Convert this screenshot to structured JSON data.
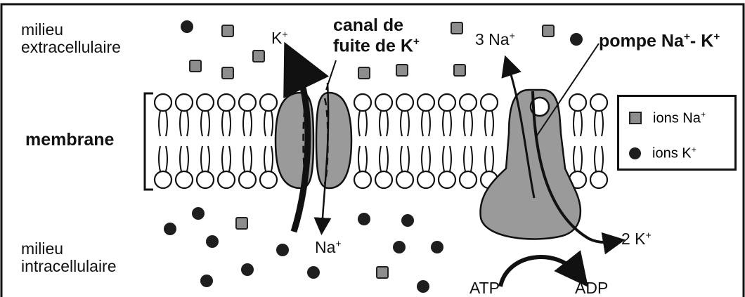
{
  "labels": {
    "extracellular_line1": "milieu",
    "extracellular_line2": "extracellulaire",
    "intracellular_line1": "milieu",
    "intracellular_line2": "intracellulaire",
    "membrane": "membrane",
    "leak_channel_line1": "canal de",
    "leak_channel_line2": "fuite de K",
    "leak_channel_sup": "+",
    "pump": "pompe Na",
    "pump_sup1": "+",
    "pump_mid": "- K",
    "pump_sup2": "+",
    "k_ion_top": "K",
    "k_ion_top_sup": "+",
    "na_ion_bottom": "Na",
    "na_ion_bottom_sup": "+",
    "three_na": "3 Na",
    "three_na_sup": "+",
    "two_k": "2 K",
    "two_k_sup": "+",
    "atp": "ATP",
    "adp": "ADP"
  },
  "legend": {
    "na_label": "ions Na",
    "na_sup": "+",
    "k_label": "ions K",
    "k_sup": "+"
  },
  "colors": {
    "protein_fill": "#9a9a9a",
    "na_ion_fill": "#8d8d8d",
    "k_ion_fill": "#1e1e1e",
    "stroke": "#111111"
  }
}
